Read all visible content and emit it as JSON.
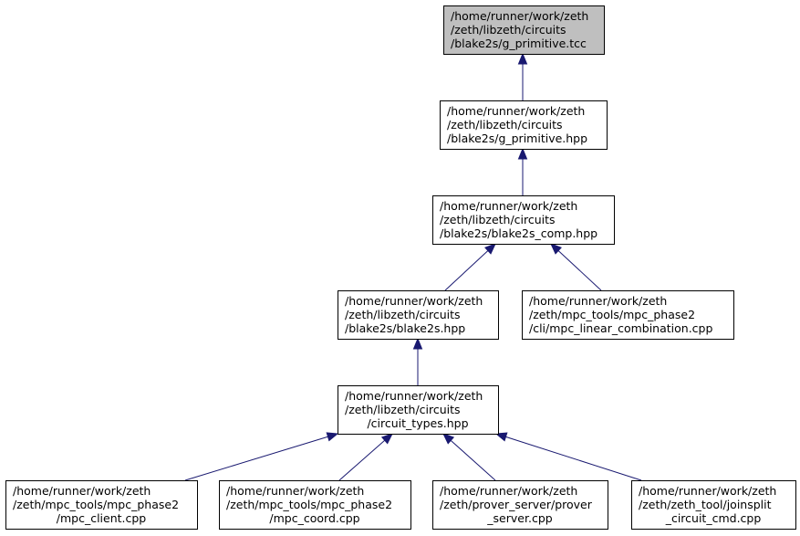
{
  "colors": {
    "node_fill": "#ffffff",
    "highlight_fill": "#bfbfbf",
    "node_border": "#000000",
    "edge": "#191970"
  },
  "nodes": [
    {
      "id": "g_primitive_tcc",
      "lines": [
        "/home/runner/work/zeth",
        "/zeth/libzeth/circuits",
        "/blake2s/g_primitive.tcc"
      ],
      "highlight": true
    },
    {
      "id": "g_primitive_hpp",
      "lines": [
        "/home/runner/work/zeth",
        "/zeth/libzeth/circuits",
        "/blake2s/g_primitive.hpp"
      ]
    },
    {
      "id": "blake2s_comp_hpp",
      "lines": [
        "/home/runner/work/zeth",
        "/zeth/libzeth/circuits",
        "/blake2s/blake2s_comp.hpp"
      ]
    },
    {
      "id": "blake2s_hpp",
      "lines": [
        "/home/runner/work/zeth",
        "/zeth/libzeth/circuits",
        "/blake2s/blake2s.hpp"
      ]
    },
    {
      "id": "mpc_linear_combination",
      "lines": [
        "/home/runner/work/zeth",
        "/zeth/mpc_tools/mpc_phase2",
        "/cli/mpc_linear_combination.cpp"
      ]
    },
    {
      "id": "circuit_types_hpp",
      "lines": [
        "/home/runner/work/zeth",
        "/zeth/libzeth/circuits",
        "/circuit_types.hpp"
      ]
    },
    {
      "id": "mpc_client",
      "lines": [
        "/home/runner/work/zeth",
        "/zeth/mpc_tools/mpc_phase2",
        "/mpc_client.cpp"
      ]
    },
    {
      "id": "mpc_coord",
      "lines": [
        "/home/runner/work/zeth",
        "/zeth/mpc_tools/mpc_phase2",
        "/mpc_coord.cpp"
      ]
    },
    {
      "id": "prover_server",
      "lines": [
        "/home/runner/work/zeth",
        "/zeth/prover_server/prover",
        "_server.cpp"
      ]
    },
    {
      "id": "joinsplit_circuit_cmd",
      "lines": [
        "/home/runner/work/zeth",
        "/zeth/zeth_tool/joinsplit",
        "_circuit_cmd.cpp"
      ]
    }
  ],
  "edges": [
    {
      "from": "g_primitive_hpp",
      "to": "g_primitive_tcc"
    },
    {
      "from": "blake2s_comp_hpp",
      "to": "g_primitive_hpp"
    },
    {
      "from": "blake2s_hpp",
      "to": "blake2s_comp_hpp"
    },
    {
      "from": "mpc_linear_combination",
      "to": "blake2s_comp_hpp"
    },
    {
      "from": "circuit_types_hpp",
      "to": "blake2s_hpp"
    },
    {
      "from": "mpc_client",
      "to": "circuit_types_hpp"
    },
    {
      "from": "mpc_coord",
      "to": "circuit_types_hpp"
    },
    {
      "from": "prover_server",
      "to": "circuit_types_hpp"
    },
    {
      "from": "joinsplit_circuit_cmd",
      "to": "circuit_types_hpp"
    }
  ]
}
